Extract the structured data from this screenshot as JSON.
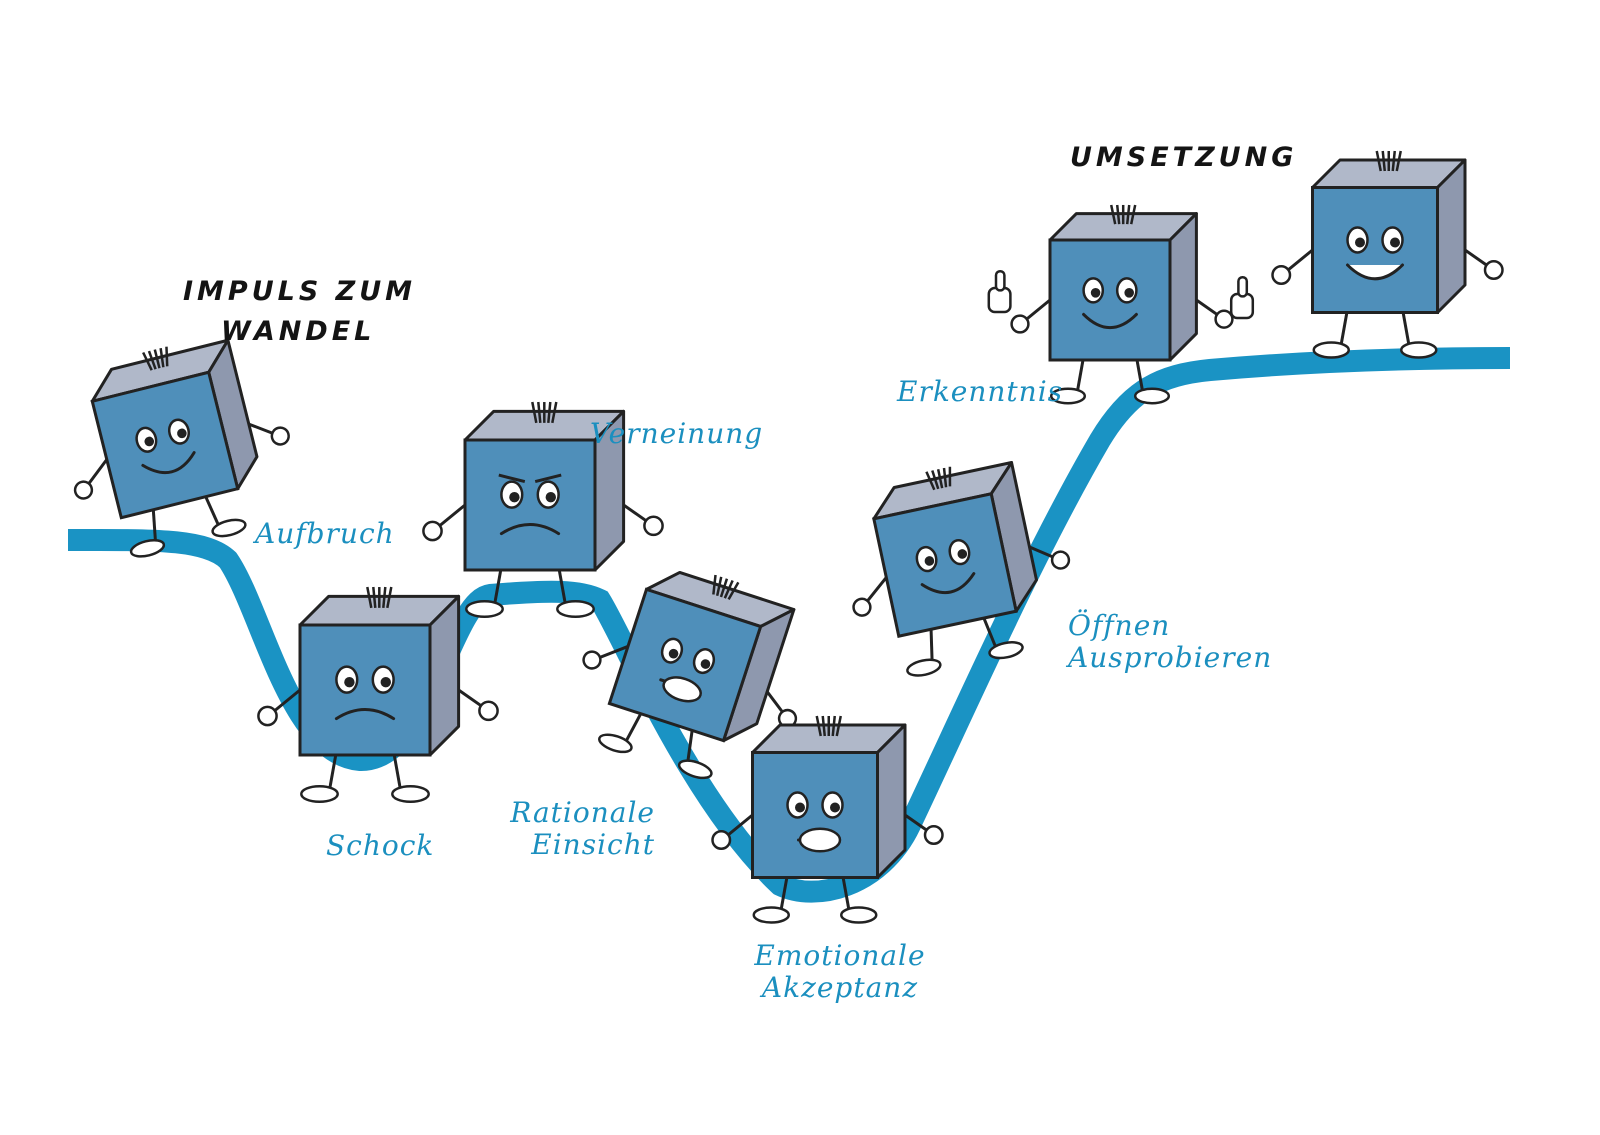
{
  "headings": {
    "impulse": [
      "IMPULS ZUM",
      "WANDEL"
    ],
    "implementation": "UMSETZUNG"
  },
  "stages": {
    "aufbruch": [
      "Aufbruch"
    ],
    "schock": [
      "Schock"
    ],
    "verneinung": [
      "Verneinung"
    ],
    "rationale_einsicht": [
      "Rationale",
      "Einsicht"
    ],
    "emotionale_akzeptanz": [
      "Emotionale",
      "Akzeptanz"
    ],
    "oeffnen": [
      "Öffnen",
      "Ausprobieren"
    ],
    "erkenntnis": [
      "Erkenntnis"
    ]
  },
  "characters": [
    {
      "stage": "aufbruch",
      "mood": "cheerful-walking"
    },
    {
      "stage": "schock",
      "mood": "worried"
    },
    {
      "stage": "verneinung",
      "mood": "grumpy"
    },
    {
      "stage": "rationale_einsicht",
      "mood": "covering-face"
    },
    {
      "stage": "emotionale_akzeptanz",
      "mood": "thinking"
    },
    {
      "stage": "oeffnen",
      "mood": "hopeful"
    },
    {
      "stage": "erkenntnis",
      "mood": "thumbs-up"
    },
    {
      "stage": "umsetzung",
      "mood": "joyful-running"
    }
  ],
  "colors": {
    "curve": "#1a93c4",
    "label": "#1b8fbf",
    "heading": "#141414",
    "cube_face": "#4f8fba",
    "cube_side": "#8e98ae",
    "cube_top": "#b0b8c9",
    "outline": "#222222"
  }
}
